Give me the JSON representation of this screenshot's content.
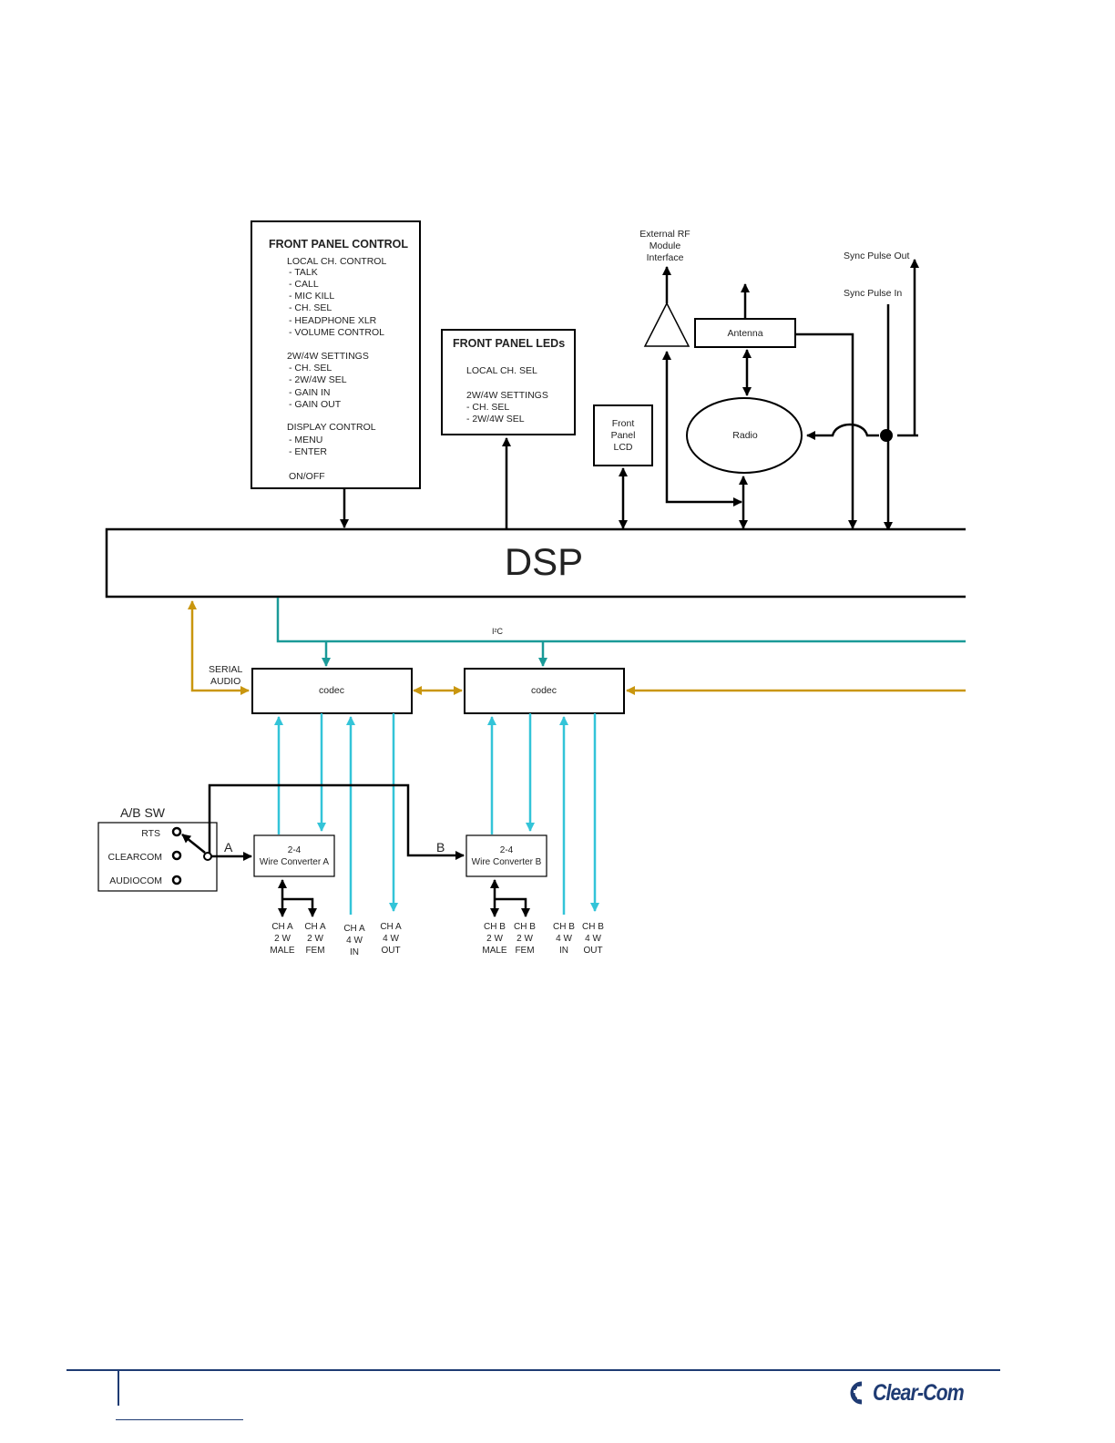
{
  "front_panel_control": {
    "title": "FRONT PANEL CONTROL",
    "lines": [
      "LOCAL CH. CONTROL",
      "- TALK",
      "- CALL",
      "- MIC KILL",
      "- CH. SEL",
      "- HEADPHONE XLR",
      "- VOLUME CONTROL",
      "2W/4W SETTINGS",
      "- CH. SEL",
      "- 2W/4W SEL",
      "- GAIN IN",
      "- GAIN OUT",
      "DISPLAY CONTROL",
      "- MENU",
      "- ENTER",
      "ON/OFF"
    ]
  },
  "front_panel_leds": {
    "title": "FRONT PANEL LEDs",
    "lines": [
      "LOCAL CH. SEL",
      "2W/4W SETTINGS",
      "- CH. SEL",
      "- 2W/4W SEL"
    ]
  },
  "front_panel_lcd": [
    "Front",
    "Panel",
    "LCD"
  ],
  "external_rf": [
    "External RF",
    "Module",
    "Interface"
  ],
  "antenna": "Antenna",
  "radio": "Radio",
  "sync_pulse_out": "Sync Pulse Out",
  "sync_pulse_in": "Sync Pulse In",
  "dsp": "DSP",
  "i2c": "I²C",
  "serial_audio": [
    "SERIAL",
    "AUDIO"
  ],
  "codec_a": "codec",
  "codec_b": "codec",
  "ab_switch": {
    "title": "A/B SW",
    "positions": [
      "RTS",
      "CLEARCOM",
      "AUDIOCOM"
    ]
  },
  "path_a_label": "A",
  "path_b_label": "B",
  "converter_a": [
    "2-4",
    "Wire Converter A"
  ],
  "converter_b": [
    "2-4",
    "Wire Converter B"
  ],
  "ports_a": [
    [
      "CH A",
      "2 W",
      "MALE"
    ],
    [
      "CH A",
      "2 W",
      "FEM"
    ],
    [
      "CH A",
      "4 W",
      "IN"
    ],
    [
      "CH A",
      "4 W",
      "OUT"
    ]
  ],
  "ports_b": [
    [
      "CH B",
      "2 W",
      "MALE"
    ],
    [
      "CH B",
      "2 W",
      "FEM"
    ],
    [
      "CH B",
      "4 W",
      "IN"
    ],
    [
      "CH B",
      "4 W",
      "OUT"
    ]
  ],
  "footer": {
    "logo_text": "Clear-Com"
  },
  "colors": {
    "black": "#000000",
    "cyan": "#33c4d8",
    "teal": "#1a9a98",
    "gold": "#c9960e",
    "navy": "#1f3b73"
  }
}
